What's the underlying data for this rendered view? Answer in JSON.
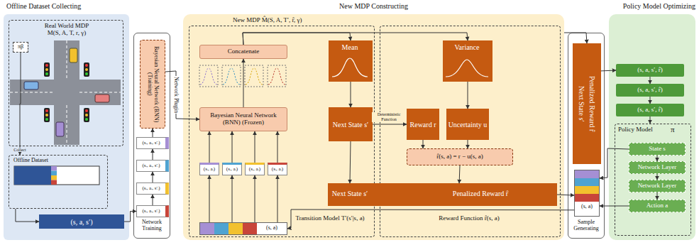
{
  "diagram": {
    "nodes": [
      {
        "text": [
          "Offline Dataset Collecting"
        ]
      },
      {
        "text": [
          "Real World MDP M(S, A, T, r, γ)"
        ],
        "in": 0
      },
      {
        "text": [
          "πβ"
        ],
        "in": 1
      },
      {
        "text": [
          "Offline Dataset"
        ],
        "in": 0
      },
      {
        "text": [
          "(s, a, s′)"
        ],
        "in": 0
      },
      {
        "text": [
          "Network Training"
        ]
      },
      {
        "text": [
          "Bayesian Neural Network (BNN) (Training)"
        ],
        "in": 5
      },
      {
        "text": [
          "(sᵢ, aᵢ, s′ᵢ)"
        ],
        "in": 5
      },
      {
        "text": [
          "(sᵢ, aᵢ, s′ᵢ)"
        ],
        "in": 5
      },
      {
        "text": [
          "(sᵢ, aᵢ, s′ᵢ)"
        ],
        "in": 5
      },
      {
        "text": [
          "(sᵢ, aᵢ, s′ᵢ)"
        ],
        "in": 5
      },
      {
        "text": [
          "New MDP Constructing",
          "New MDP M̂(S, A, T′, r̂, γ)"
        ]
      },
      {
        "text": [
          "Transition Model T′(s′|s, a)"
        ],
        "in": 11
      },
      {
        "text": [
          "Concatenate"
        ],
        "in": 12
      },
      {
        "text": [
          "Bayesian Neural Network (BNN) (Frozen)"
        ],
        "in": 12
      },
      {
        "text": [
          "(sᵢ, aᵢ)"
        ],
        "in": 12
      },
      {
        "text": [
          "(sᵢ, aᵢ)"
        ],
        "in": 12
      },
      {
        "text": [
          "(sᵢ, aᵢ)"
        ],
        "in": 12
      },
      {
        "text": [
          "(sᵢ, aᵢ)"
        ],
        "in": 12
      },
      {
        "text": [
          "(s, a)"
        ],
        "in": 12
      },
      {
        "text": [
          "Mean"
        ],
        "in": 12
      },
      {
        "text": [
          "Next State s′"
        ],
        "in": 12
      },
      {
        "text": [
          "Reward Function r̂(s, a)"
        ],
        "in": 11
      },
      {
        "text": [
          "Variance"
        ],
        "in": 22
      },
      {
        "text": [
          "Reward r"
        ],
        "in": 22
      },
      {
        "text": [
          "Uncertainty u"
        ],
        "in": 22
      },
      {
        "text": [
          "r̂(s, a) = r − u(s, a)"
        ],
        "in": 22
      },
      {
        "text": [
          "Next State s′",
          "Penalized Reward r̂"
        ],
        "in": 11
      },
      {
        "text": [
          "Sample Generating"
        ]
      },
      {
        "text": [
          "Next State s′",
          "Penalized Reward r̂"
        ],
        "in": 28
      },
      {
        "text": [
          "(s, a)"
        ],
        "in": 28
      },
      {
        "text": [
          "Policy Model Optimizing"
        ]
      },
      {
        "text": [
          "(s, a, s′, r̂)"
        ],
        "in": 31
      },
      {
        "text": [
          "(s, a, s′, r̂)"
        ],
        "in": 31
      },
      {
        "text": [
          "(s, a, s′, r̂)"
        ],
        "in": 31
      },
      {
        "text": [
          "Policy Model",
          "π"
        ],
        "in": 31
      },
      {
        "text": [
          "State s"
        ],
        "in": 35
      },
      {
        "text": [
          "Network Layer"
        ],
        "in": 35
      },
      {
        "text": [
          "Network Layer"
        ],
        "in": 35
      },
      {
        "text": [
          "Action a"
        ],
        "in": 35
      }
    ],
    "edges": [
      {
        "from": 2,
        "to": 3,
        "arrow": "to",
        "label": "Collect"
      },
      {
        "from": 3,
        "to": 4,
        "arrow": "to"
      },
      {
        "from": 4,
        "to": 10,
        "arrow": "to"
      },
      {
        "from": 10,
        "to": 9,
        "arrow": "to"
      },
      {
        "from": 9,
        "to": 8,
        "arrow": "to"
      },
      {
        "from": 8,
        "to": 7,
        "arrow": "to"
      },
      {
        "from": 7,
        "to": 6,
        "arrow": "to"
      },
      {
        "from": 6,
        "to": 14,
        "arrow": "to",
        "label": "Network Plugin"
      },
      {
        "from": 19,
        "to": 15,
        "arrow": "to"
      },
      {
        "from": 19,
        "to": 16,
        "arrow": "to"
      },
      {
        "from": 19,
        "to": 17,
        "arrow": "to"
      },
      {
        "from": 19,
        "to": 18,
        "arrow": "to"
      },
      {
        "from": 15,
        "to": 14,
        "arrow": "to"
      },
      {
        "from": 16,
        "to": 14,
        "arrow": "to"
      },
      {
        "from": 17,
        "to": 14,
        "arrow": "to"
      },
      {
        "from": 18,
        "to": 14,
        "arrow": "to"
      },
      {
        "from": 14,
        "to": 13,
        "arrow": "to"
      },
      {
        "from": 13,
        "to": 20,
        "arrow": "to"
      },
      {
        "from": 13,
        "to": 23,
        "arrow": "to"
      },
      {
        "from": 20,
        "to": 21,
        "arrow": "to"
      },
      {
        "from": 21,
        "to": 24,
        "arrow": "to",
        "label": "Deterministic Function"
      },
      {
        "from": 23,
        "to": 25,
        "arrow": "to"
      },
      {
        "from": 24,
        "to": 26,
        "arrow": "to"
      },
      {
        "from": 25,
        "to": 26,
        "arrow": "to"
      },
      {
        "from": 21,
        "to": 27,
        "arrow": "to"
      },
      {
        "from": 26,
        "to": 27,
        "arrow": "to"
      },
      {
        "from": 27,
        "to": 30,
        "arrow": "to"
      },
      {
        "from": 30,
        "to": 19,
        "arrow": "to"
      },
      {
        "from": 11,
        "to": 29,
        "arrow": "to"
      },
      {
        "from": 29,
        "to": 32,
        "arrow": "to"
      },
      {
        "from": 32,
        "to": 33,
        "arrow": "to"
      },
      {
        "from": 33,
        "to": 34,
        "arrow": "to"
      },
      {
        "from": 34,
        "to": 35,
        "arrow": "to"
      },
      {
        "from": 36,
        "to": 37,
        "arrow": "to"
      },
      {
        "from": 37,
        "to": 38,
        "arrow": "to"
      },
      {
        "from": 38,
        "to": 39,
        "arrow": "to"
      },
      {
        "from": 36,
        "to": 30,
        "arrow": "to"
      },
      {
        "from": 39,
        "to": 30,
        "arrow": "to"
      }
    ]
  }
}
